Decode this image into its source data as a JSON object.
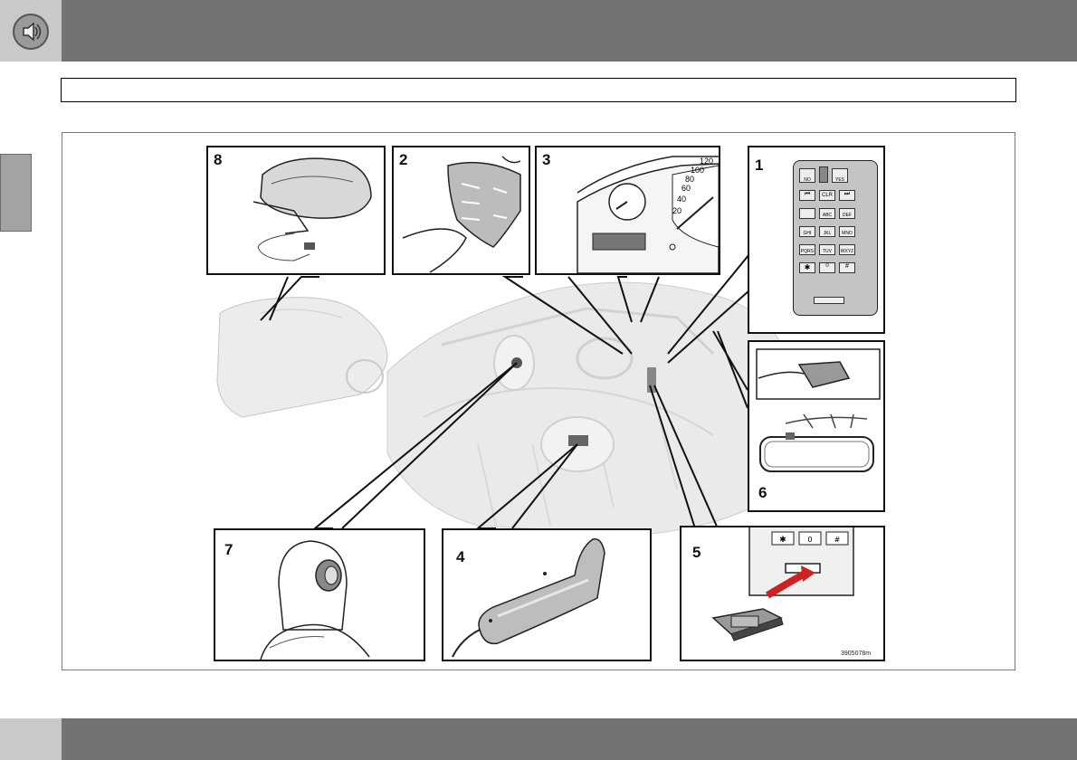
{
  "header": {
    "speaker_icon": "speaker-icon",
    "title": ""
  },
  "figure": {
    "panels": [
      {
        "number": "8",
        "content": "roof-antenna"
      },
      {
        "number": "2",
        "content": "steering-wheel-keypad"
      },
      {
        "number": "3",
        "content": "instrument-display"
      },
      {
        "number": "1",
        "content": "center-console-keypad"
      },
      {
        "number": "6",
        "content": "mirror-microphone"
      },
      {
        "number": "7",
        "content": "headrest-speaker"
      },
      {
        "number": "4",
        "content": "handset"
      },
      {
        "number": "5",
        "content": "sim-card-holder"
      }
    ],
    "keypad": {
      "no": "NO",
      "yes": "YES",
      "clr": "CLR",
      "keys": [
        "ABC",
        "DEF",
        "GHI",
        "JKL",
        "MNO",
        "PQRS",
        "TUV",
        "WXYZ"
      ]
    },
    "speedometer_ticks": [
      "120",
      "100",
      "80",
      "60",
      "40",
      "20"
    ],
    "image_code": "3905078m"
  }
}
